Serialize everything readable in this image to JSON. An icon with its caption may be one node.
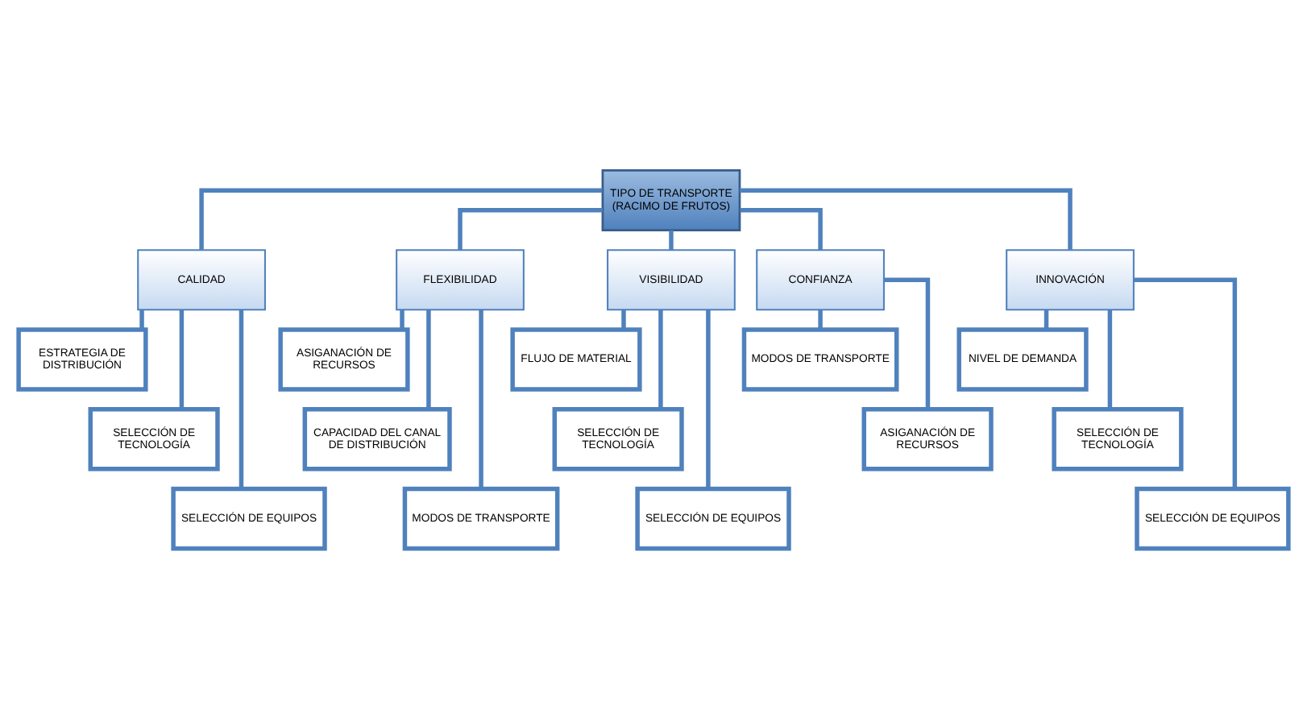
{
  "diagram": {
    "nodes": [
      {
        "text": [
          "TIPO DE TRANSPORTE (RACIMO DE FRUTOS)"
        ]
      },
      {
        "text": [
          "CALIDAD"
        ]
      },
      {
        "text": [
          "FLEXIBILIDAD"
        ]
      },
      {
        "text": [
          "VISIBILIDAD"
        ]
      },
      {
        "text": [
          "CONFIANZA"
        ]
      },
      {
        "text": [
          "INNOVACIÓN"
        ]
      },
      {
        "text": [
          "ESTRATEGIA DE DISTRIBUCIÓN"
        ]
      },
      {
        "text": [
          "SELECCIÓN DE TECNOLOGÍA"
        ]
      },
      {
        "text": [
          "SELECCIÓN DE EQUIPOS"
        ]
      },
      {
        "text": [
          "ASIGANACIÓN DE RECURSOS"
        ]
      },
      {
        "text": [
          "CAPACIDAD DEL CANAL DE DISTRIBUCIÓN"
        ]
      },
      {
        "text": [
          "MODOS DE TRANSPORTE"
        ]
      },
      {
        "text": [
          "FLUJO DE MATERIAL"
        ]
      },
      {
        "text": [
          "SELECCIÓN DE TECNOLOGÍA"
        ]
      },
      {
        "text": [
          "SELECCIÓN DE EQUIPOS"
        ]
      },
      {
        "text": [
          "MODOS DE TRANSPORTE"
        ]
      },
      {
        "text": [
          "ASIGANACIÓN DE RECURSOS"
        ]
      },
      {
        "text": [
          "NIVEL DE DEMANDA"
        ]
      },
      {
        "text": [
          "SELECCIÓN DE TECNOLOGÍA"
        ]
      },
      {
        "text": [
          "SELECCIÓN DE EQUIPOS"
        ]
      }
    ],
    "edges": [
      {
        "from": 0,
        "to": 1,
        "arrow": "none"
      },
      {
        "from": 0,
        "to": 2,
        "arrow": "none"
      },
      {
        "from": 0,
        "to": 3,
        "arrow": "none"
      },
      {
        "from": 0,
        "to": 4,
        "arrow": "none"
      },
      {
        "from": 0,
        "to": 5,
        "arrow": "none"
      },
      {
        "from": 1,
        "to": 6,
        "arrow": "none"
      },
      {
        "from": 1,
        "to": 7,
        "arrow": "none"
      },
      {
        "from": 1,
        "to": 8,
        "arrow": "none"
      },
      {
        "from": 2,
        "to": 9,
        "arrow": "none"
      },
      {
        "from": 2,
        "to": 10,
        "arrow": "none"
      },
      {
        "from": 2,
        "to": 11,
        "arrow": "none"
      },
      {
        "from": 3,
        "to": 12,
        "arrow": "none"
      },
      {
        "from": 3,
        "to": 13,
        "arrow": "none"
      },
      {
        "from": 3,
        "to": 14,
        "arrow": "none"
      },
      {
        "from": 4,
        "to": 15,
        "arrow": "none"
      },
      {
        "from": 4,
        "to": 16,
        "arrow": "none"
      },
      {
        "from": 5,
        "to": 17,
        "arrow": "none"
      },
      {
        "from": 5,
        "to": 18,
        "arrow": "none"
      },
      {
        "from": 5,
        "to": 19,
        "arrow": "none"
      }
    ]
  }
}
